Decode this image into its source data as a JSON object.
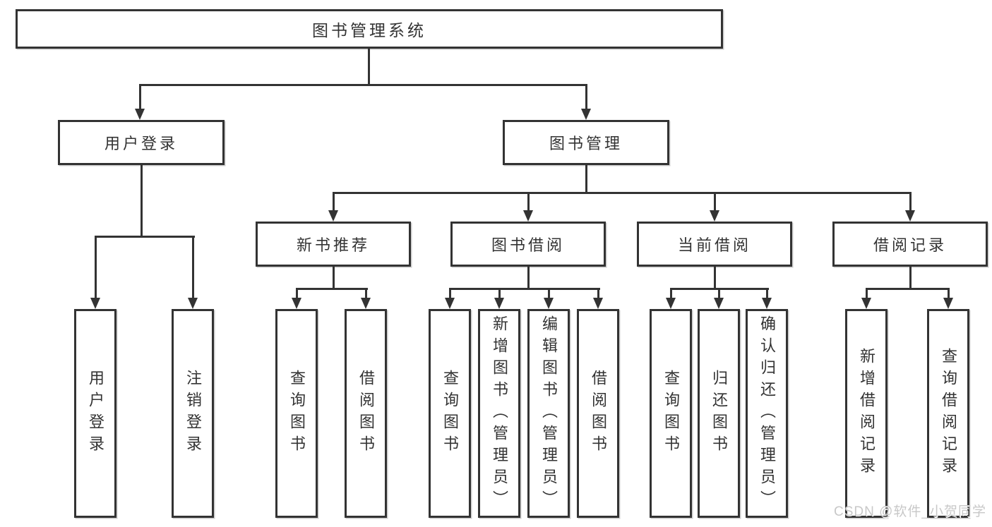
{
  "diagram": {
    "title": "图书管理系统",
    "branches": [
      {
        "label": "用户登录"
      },
      {
        "label": "图书管理"
      }
    ],
    "sections": [
      {
        "label": "新书推荐"
      },
      {
        "label": "图书借阅"
      },
      {
        "label": "当前借阅"
      },
      {
        "label": "借阅记录"
      }
    ],
    "leaves": [
      {
        "label": "用户登录"
      },
      {
        "label": "注销登录"
      },
      {
        "label": "查询图书"
      },
      {
        "label": "借阅图书"
      },
      {
        "label": "查询图书"
      },
      {
        "label": "新增图书（管理员）"
      },
      {
        "label": "编辑图书（管理员）"
      },
      {
        "label": "借阅图书"
      },
      {
        "label": "查询图书"
      },
      {
        "label": "归还图书"
      },
      {
        "label": "确认归还（管理员）"
      },
      {
        "label": "新增借阅记录"
      },
      {
        "label": "查询借阅记录"
      }
    ]
  },
  "watermark": {
    "text": "CSDN @软件_小贺同学"
  },
  "colors": {
    "line": "#333333",
    "text": "#333333",
    "background": "#ffffff",
    "watermark": "#c8c8c8"
  }
}
